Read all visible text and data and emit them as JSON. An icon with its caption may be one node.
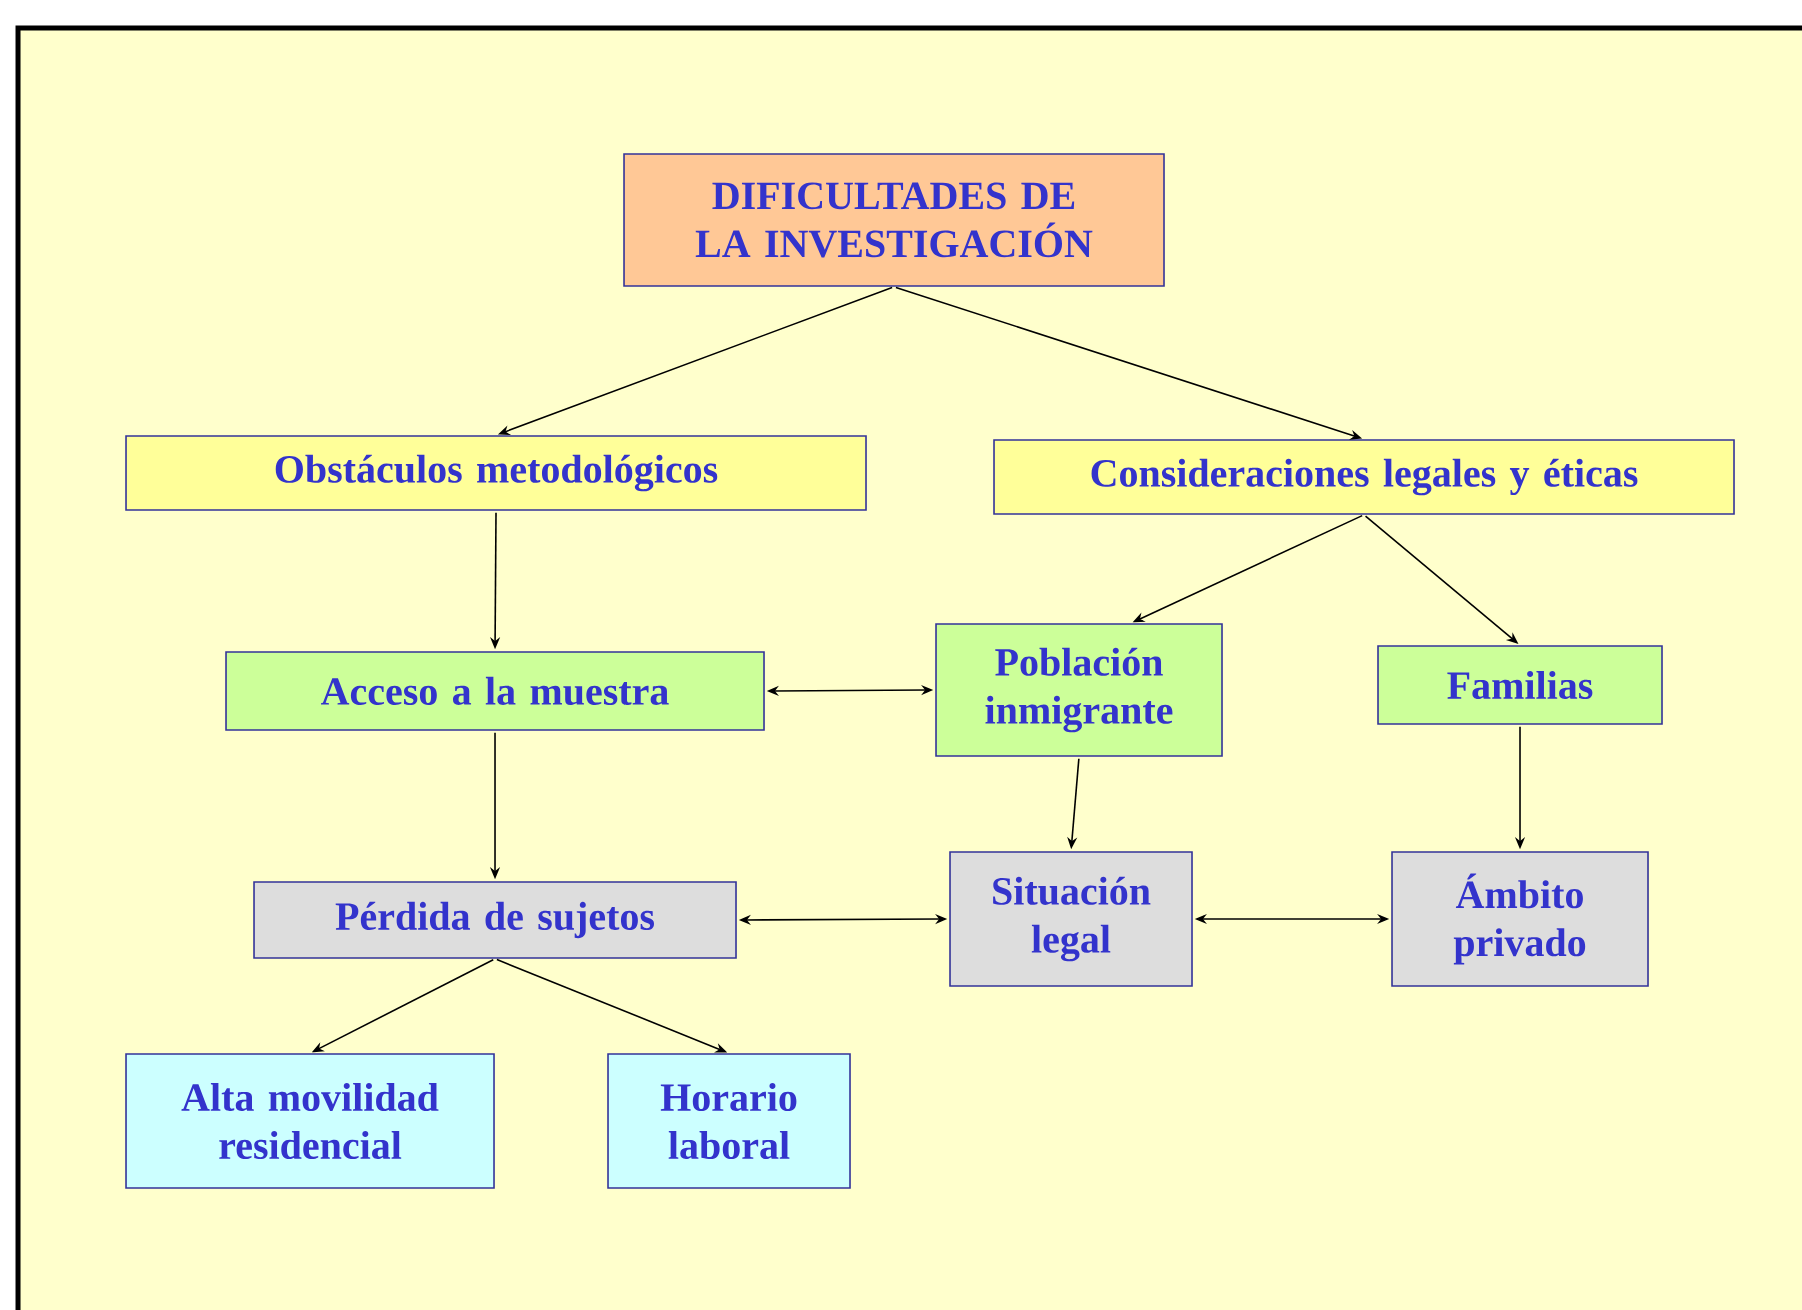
{
  "diagram": {
    "nodes": [
      {
        "text": [
          "DIFICULTADES DE LA INVESTIGACIÓN"
        ]
      },
      {
        "text": [
          "Obstáculos metodológicos"
        ]
      },
      {
        "text": [
          "Consideraciones legales y éticas"
        ]
      },
      {
        "text": [
          "Acceso a la muestra"
        ]
      },
      {
        "text": [
          "Población inmigrante"
        ]
      },
      {
        "text": [
          "Familias"
        ]
      },
      {
        "text": [
          "Pérdida de sujetos"
        ]
      },
      {
        "text": [
          "Situación legal"
        ]
      },
      {
        "text": [
          "Ámbito privado"
        ]
      },
      {
        "text": [
          "Alta movilidad residencial"
        ]
      },
      {
        "text": [
          "Horario laboral"
        ]
      }
    ],
    "edges": [
      {
        "from": 0,
        "to": 1,
        "arrow": "to"
      },
      {
        "from": 0,
        "to": 2,
        "arrow": "to"
      },
      {
        "from": 1,
        "to": 3,
        "arrow": "to"
      },
      {
        "from": 2,
        "to": 4,
        "arrow": "to"
      },
      {
        "from": 2,
        "to": 5,
        "arrow": "to"
      },
      {
        "from": 3,
        "to": 4,
        "arrow": "both"
      },
      {
        "from": 3,
        "to": 6,
        "arrow": "to"
      },
      {
        "from": 4,
        "to": 7,
        "arrow": "to"
      },
      {
        "from": 5,
        "to": 8,
        "arrow": "to"
      },
      {
        "from": 6,
        "to": 7,
        "arrow": "both"
      },
      {
        "from": 7,
        "to": 8,
        "arrow": "both"
      },
      {
        "from": 6,
        "to": 9,
        "arrow": "to"
      },
      {
        "from": 6,
        "to": 10,
        "arrow": "to"
      }
    ]
  }
}
